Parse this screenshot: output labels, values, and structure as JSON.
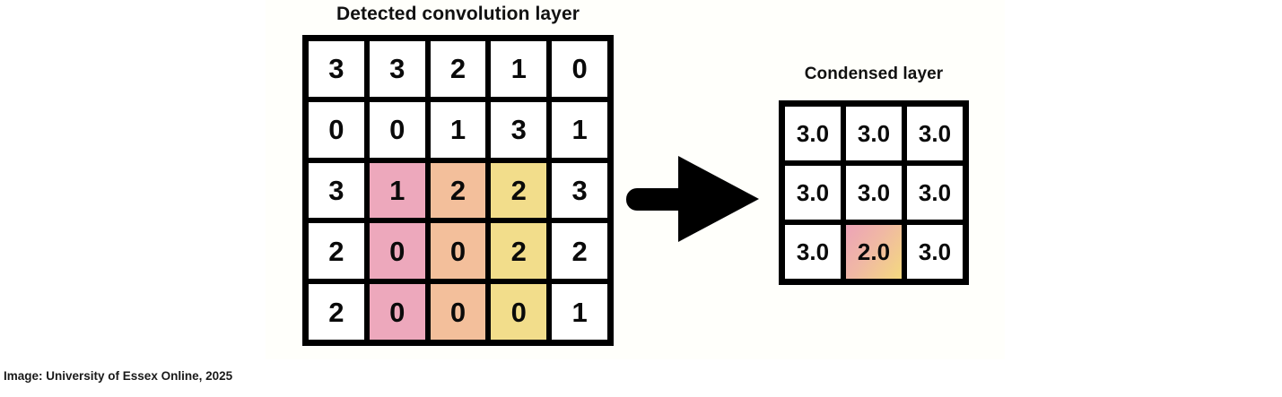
{
  "figure": {
    "left_panel": {
      "title": "Detected convolution layer",
      "rows": [
        [
          "3",
          "3",
          "2",
          "1",
          "0"
        ],
        [
          "0",
          "0",
          "1",
          "3",
          "1"
        ],
        [
          "3",
          "1",
          "2",
          "2",
          "3"
        ],
        [
          "2",
          "0",
          "0",
          "2",
          "2"
        ],
        [
          "2",
          "0",
          "0",
          "0",
          "1"
        ]
      ],
      "cell_colors": [
        [
          "white",
          "white",
          "white",
          "white",
          "white"
        ],
        [
          "white",
          "white",
          "white",
          "white",
          "white"
        ],
        [
          "white",
          "pink",
          "peach",
          "yellow",
          "white"
        ],
        [
          "white",
          "pink",
          "peach",
          "yellow",
          "white"
        ],
        [
          "white",
          "pink",
          "peach",
          "yellow",
          "white"
        ]
      ]
    },
    "arrow": {
      "icon": "right-arrow-icon"
    },
    "right_panel": {
      "title": "Condensed layer",
      "rows": [
        [
          "3.0",
          "3.0",
          "3.0"
        ],
        [
          "3.0",
          "3.0",
          "3.0"
        ],
        [
          "3.0",
          "2.0",
          "3.0"
        ]
      ],
      "cell_colors": [
        [
          "white",
          "white",
          "white"
        ],
        [
          "white",
          "white",
          "white"
        ],
        [
          "white",
          "gradient",
          "white"
        ]
      ]
    },
    "caption": "Image: University of Essex Online, 2025",
    "colors": {
      "pink": "#eda8bc",
      "peach": "#f3bf9b",
      "yellow": "#f2dd8b",
      "frame": "#000000",
      "panel_background": "#fffffb",
      "text": "#0a0a0a"
    }
  }
}
